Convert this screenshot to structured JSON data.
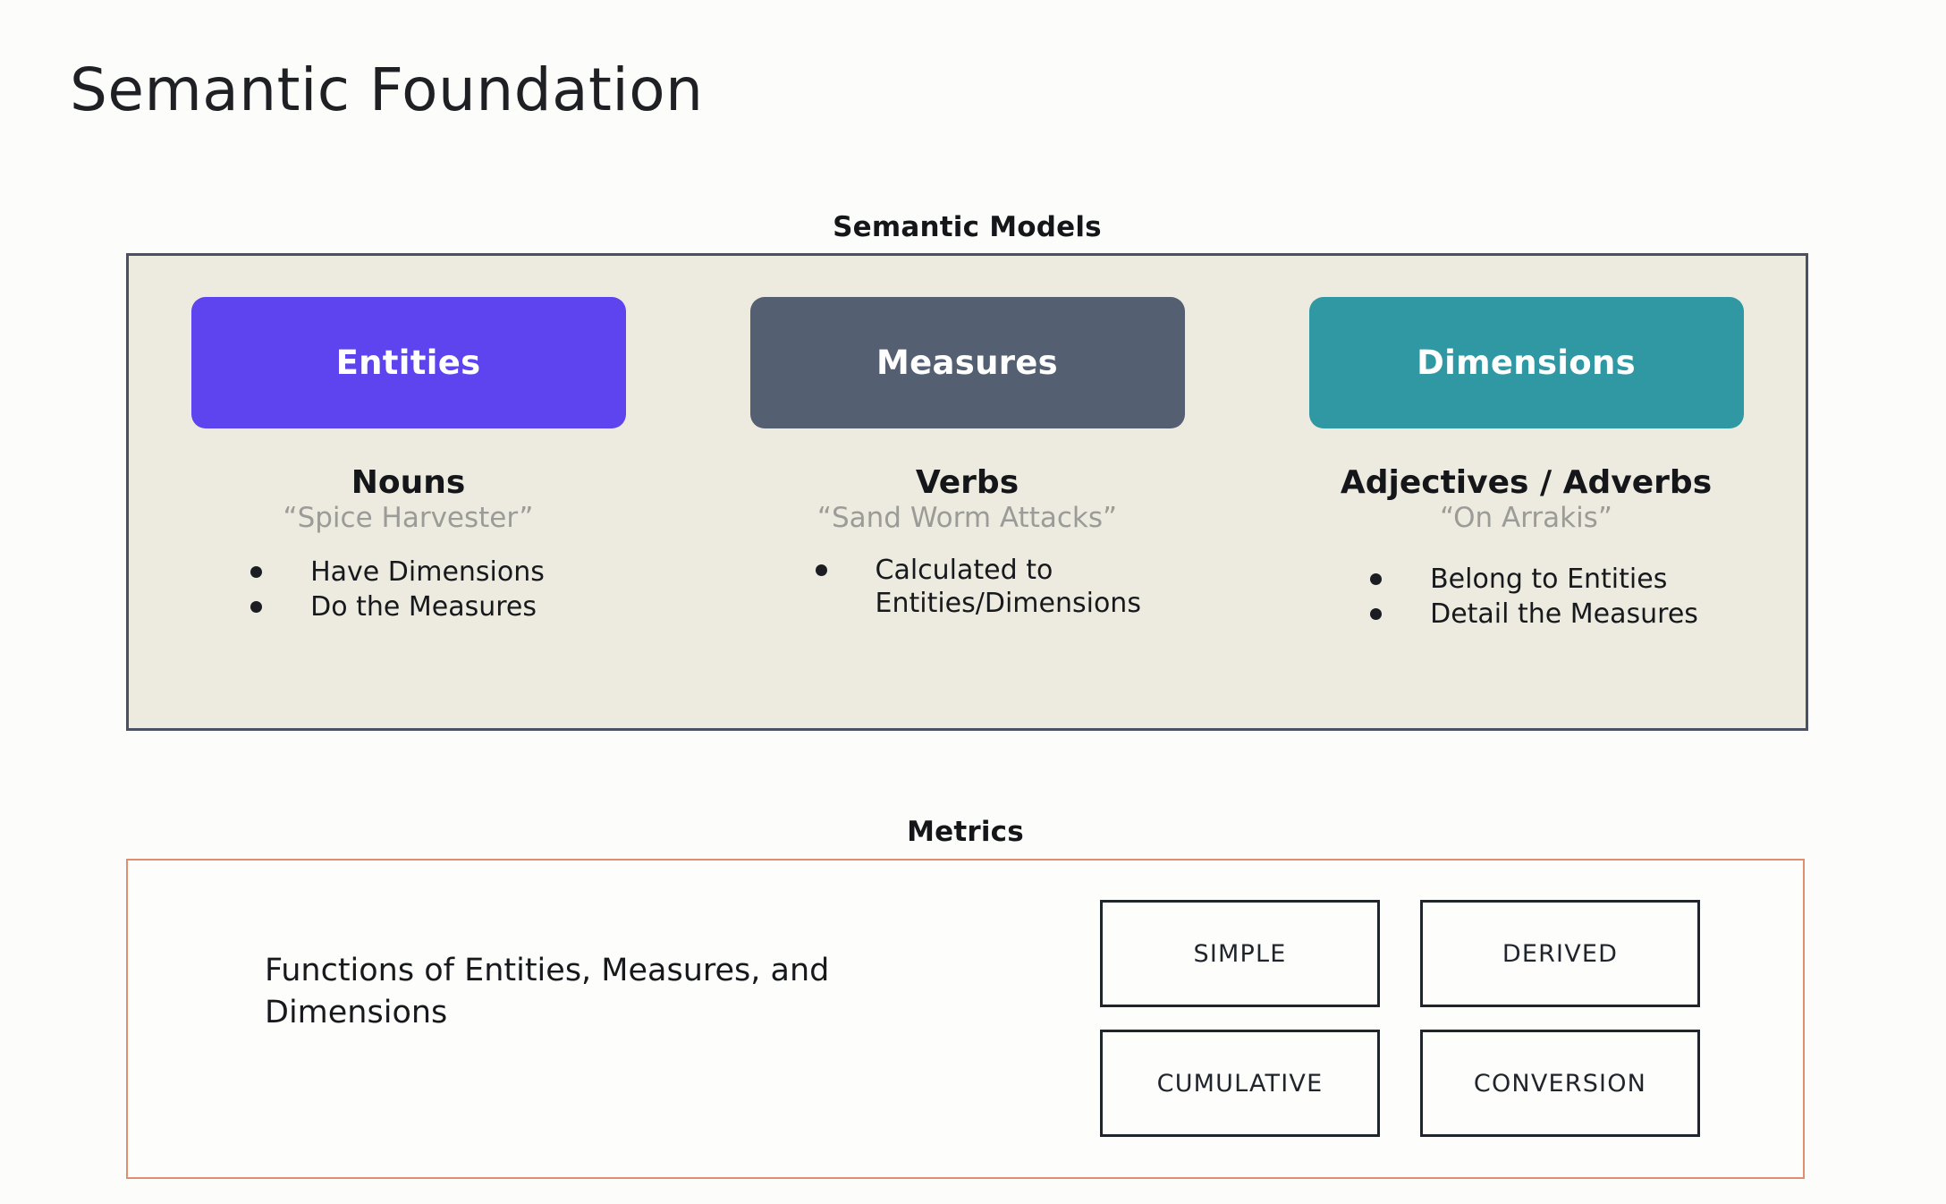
{
  "slide": {
    "title": "Semantic Foundation"
  },
  "semantic_models": {
    "heading": "Semantic Models",
    "panel_bg": "#EDEBDF",
    "panel_border": "#4A5165",
    "columns": [
      {
        "chip_label": "Entities",
        "chip_color": "#5E44EF",
        "part_of_speech": "Nouns",
        "example": "“Spice Harvester”",
        "bullets": [
          "Have Dimensions",
          "Do the Measures"
        ]
      },
      {
        "chip_label": "Measures",
        "chip_color": "#555F72",
        "part_of_speech": "Verbs",
        "example": "“Sand Worm Attacks”",
        "bullets": [
          "Calculated to Entities/Dimensions"
        ]
      },
      {
        "chip_label": "Dimensions",
        "chip_color": "#2F98A3",
        "part_of_speech": "Adjectives / Adverbs",
        "example": "“On Arrakis”",
        "bullets": [
          "Belong to Entities",
          "Detail the Measures"
        ]
      }
    ]
  },
  "metrics": {
    "heading": "Metrics",
    "panel_border": "#E08E70",
    "description": "Functions of Entities, Measures, and Dimensions",
    "types": [
      "SIMPLE",
      "DERIVED",
      "CUMULATIVE",
      "CONVERSION"
    ]
  }
}
